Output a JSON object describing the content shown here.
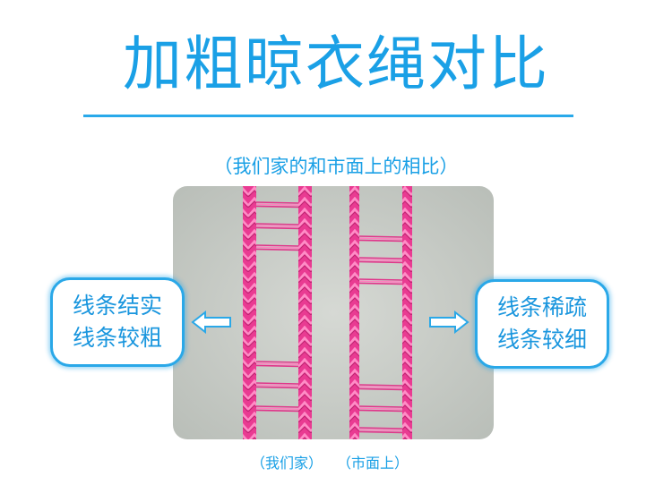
{
  "title": "加粗晾衣绳对比",
  "subtitle": "（我们家的和市面上的相比）",
  "left_box": {
    "line1": "线条结实",
    "line2": "线条较粗"
  },
  "right_box": {
    "line1": "线条稀疏",
    "line2": "线条较细"
  },
  "captions": {
    "ours": "（我们家）",
    "market": "（市面上）"
  },
  "colors": {
    "accent": "#1aa0e6",
    "rope": "#f0449a",
    "photo_bg": "#c9cdc8"
  }
}
